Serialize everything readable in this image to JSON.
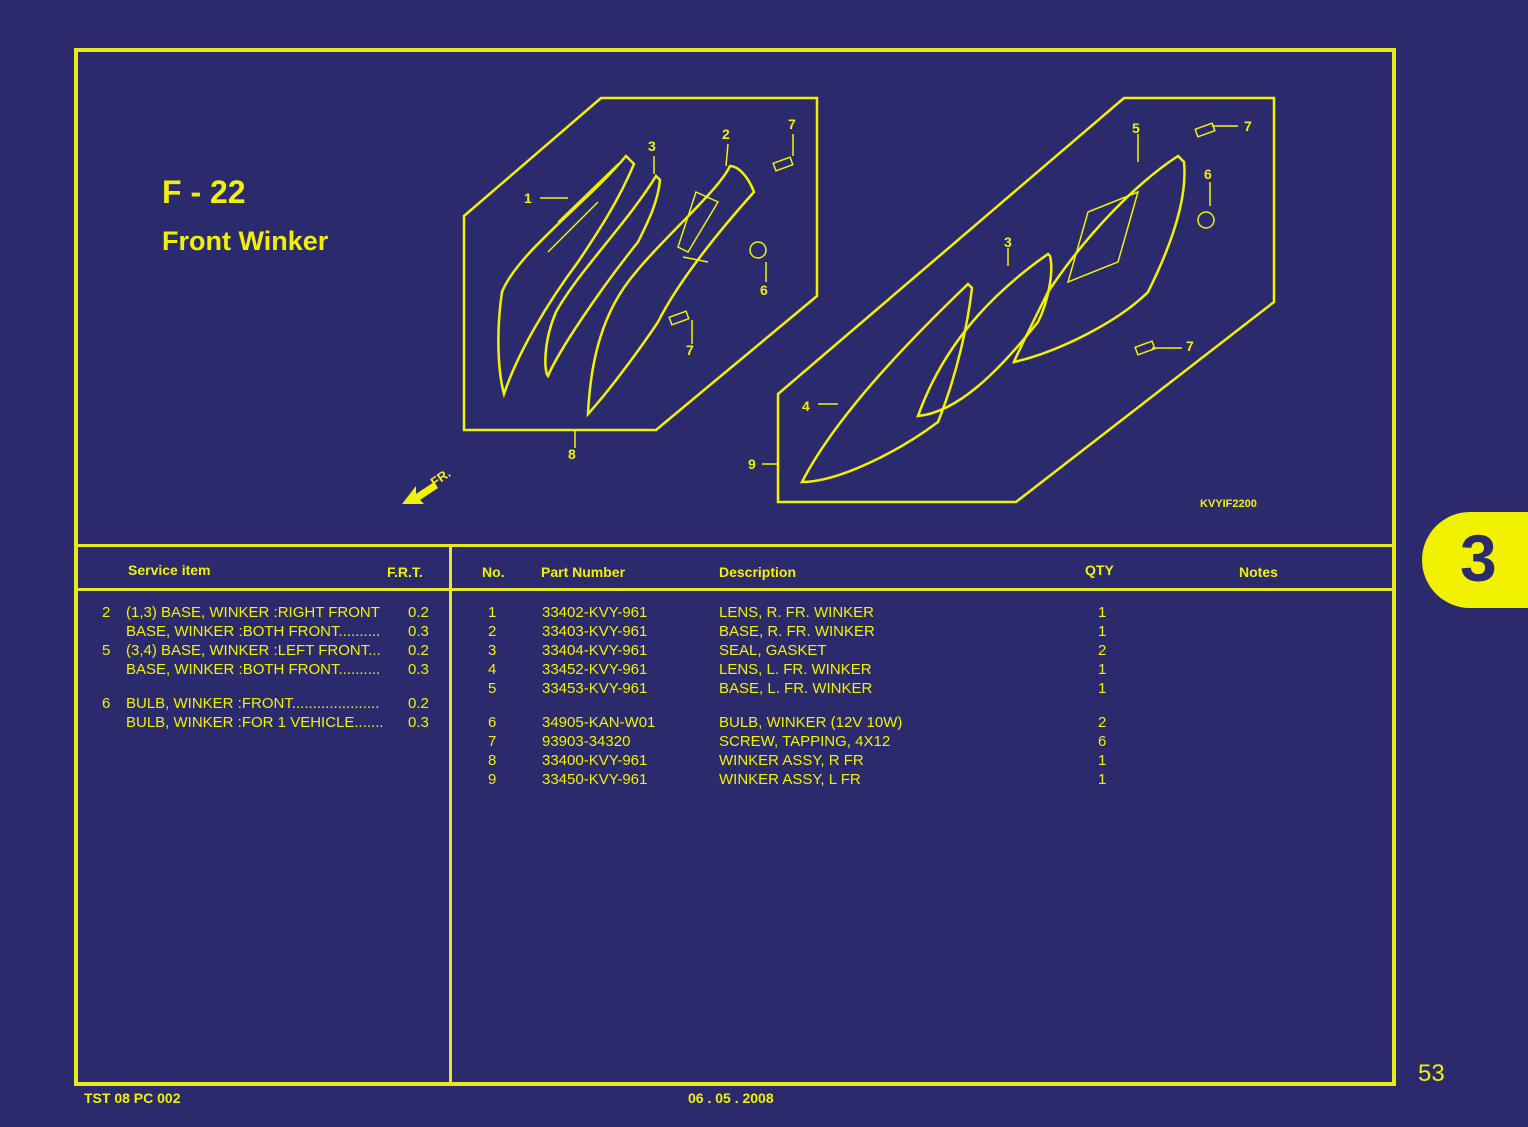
{
  "figure": {
    "code": "F - 22",
    "title": "Front Winker",
    "diagram_code": "KVYIF2200",
    "direction_label": "FR."
  },
  "callouts": [
    "1",
    "2",
    "3",
    "4",
    "5",
    "6",
    "7",
    "8",
    "9"
  ],
  "service_header": {
    "item": "Service item",
    "frt": "F.R.T."
  },
  "service_items": [
    {
      "ref": "2",
      "item": "(1,3)  BASE, WINKER :RIGHT FRONT",
      "frt": "0.2"
    },
    {
      "ref": "",
      "item": "BASE, WINKER :BOTH FRONT..........",
      "frt": "0.3"
    },
    {
      "ref": "5",
      "item": "(3,4)  BASE, WINKER :LEFT FRONT...",
      "frt": "0.2"
    },
    {
      "ref": "",
      "item": "BASE, WINKER :BOTH FRONT..........",
      "frt": "0.3"
    },
    {
      "ref": "6",
      "item": "BULB, WINKER :FRONT.....................",
      "frt": "0.2"
    },
    {
      "ref": "",
      "item": "BULB, WINKER :FOR 1 VEHICLE.......",
      "frt": "0.3"
    }
  ],
  "parts_header": {
    "no": "No.",
    "part_number": "Part Number",
    "description": "Description",
    "qty": "QTY",
    "notes": "Notes"
  },
  "parts": [
    {
      "no": "1",
      "part_number": "33402-KVY-961",
      "description": "LENS, R. FR. WINKER",
      "qty": "1"
    },
    {
      "no": "2",
      "part_number": "33403-KVY-961",
      "description": "BASE, R. FR. WINKER",
      "qty": "1"
    },
    {
      "no": "3",
      "part_number": "33404-KVY-961",
      "description": "SEAL, GASKET",
      "qty": "2"
    },
    {
      "no": "4",
      "part_number": "33452-KVY-961",
      "description": "LENS, L. FR. WINKER",
      "qty": "1"
    },
    {
      "no": "5",
      "part_number": "33453-KVY-961",
      "description": "BASE, L. FR. WINKER",
      "qty": "1"
    },
    {
      "no": "6",
      "part_number": "34905-KAN-W01",
      "description": "BULB, WINKER (12V 10W)",
      "qty": "2"
    },
    {
      "no": "7",
      "part_number": "93903-34320",
      "description": "SCREW, TAPPING, 4X12",
      "qty": "6"
    },
    {
      "no": "8",
      "part_number": "33400-KVY-961",
      "description": "WINKER ASSY, R FR",
      "qty": "1"
    },
    {
      "no": "9",
      "part_number": "33450-KVY-961",
      "description": "WINKER ASSY, L FR",
      "qty": "1"
    }
  ],
  "section_tab": "3",
  "page_number": "53",
  "footer": {
    "doc_code": "TST 08 PC 002",
    "date": "06 . 05 . 2008"
  },
  "colors": {
    "background": "#2a2a6c",
    "foreground": "#f2f200"
  }
}
